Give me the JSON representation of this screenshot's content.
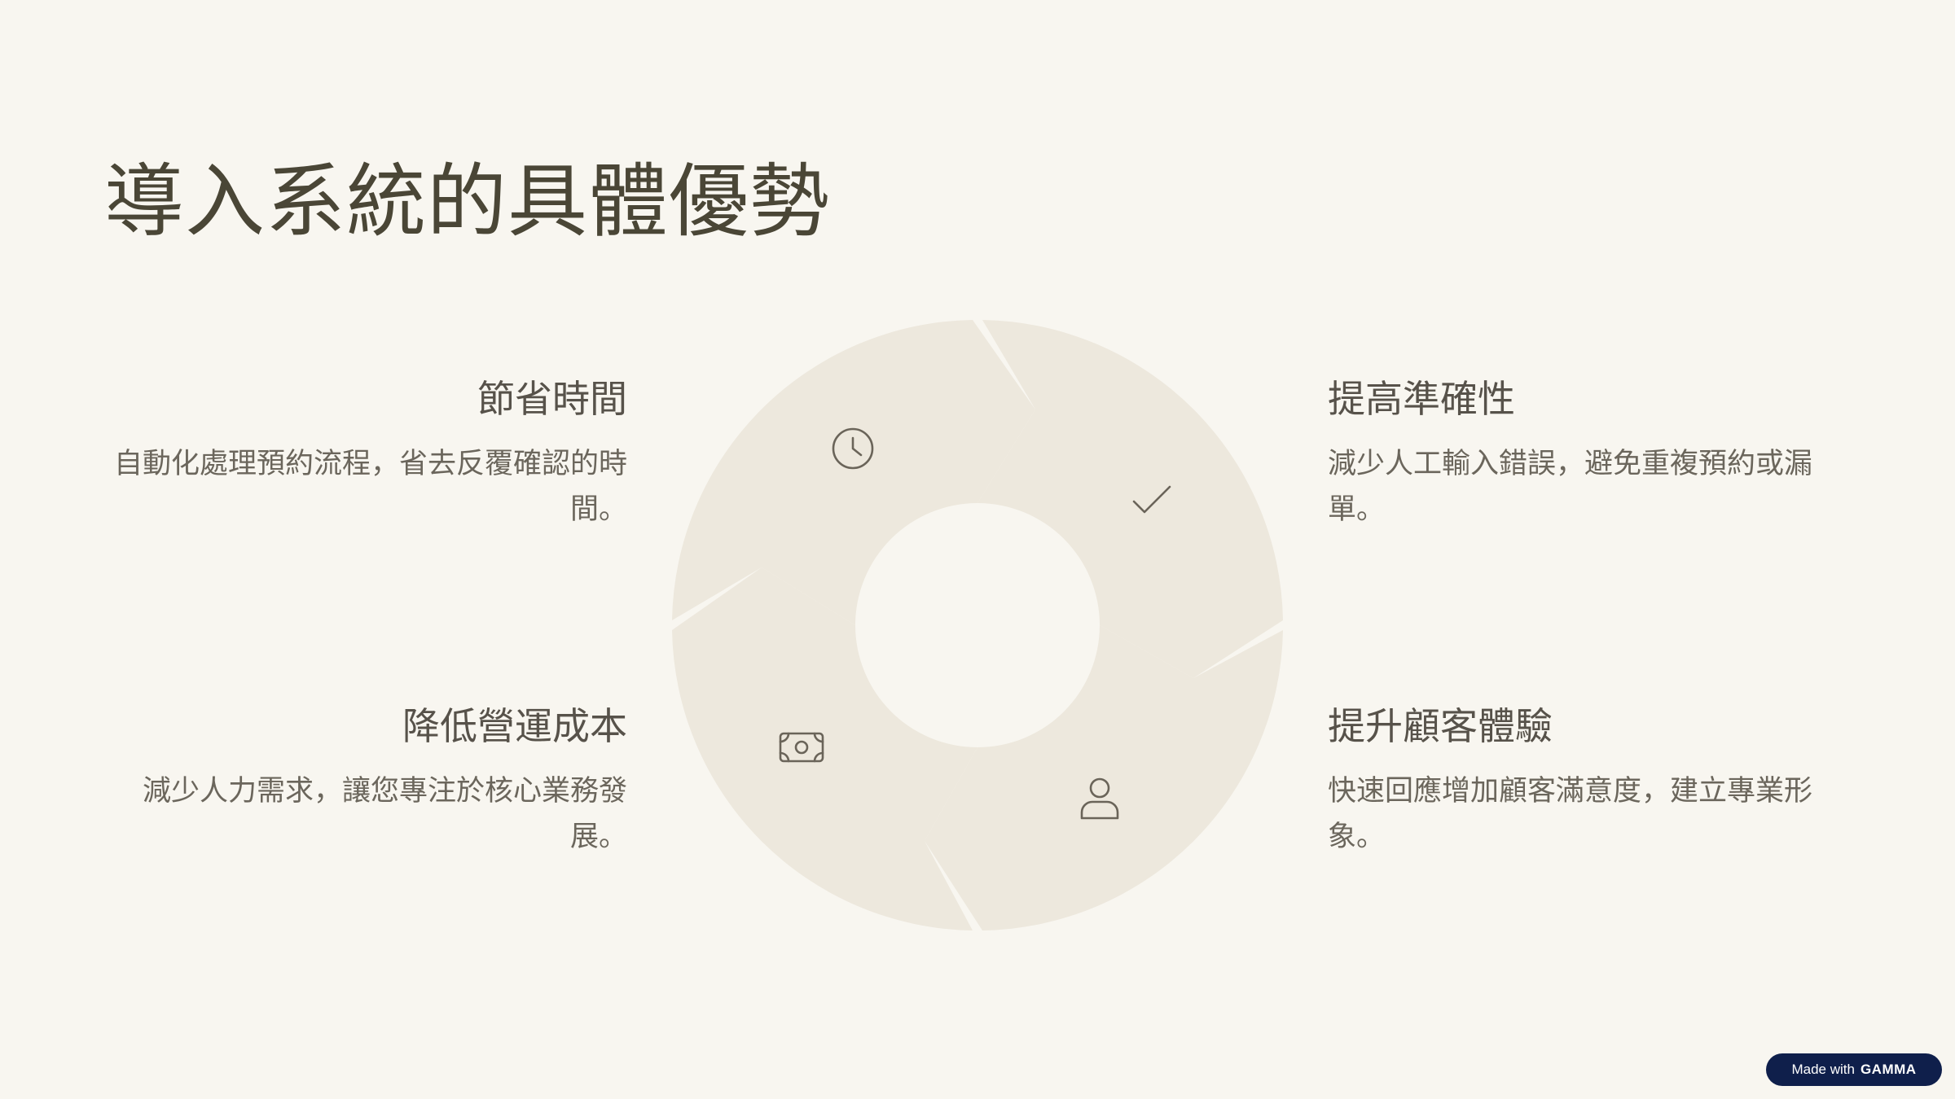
{
  "title": "導入系統的具體優勢",
  "benefits": [
    {
      "title": "節省時間",
      "description": "自動化處理預約流程，省去反覆確認的時間。",
      "icon": "clock-icon"
    },
    {
      "title": "提高準確性",
      "description": "減少人工輸入錯誤，避免重複預約或漏單。",
      "icon": "checkmark-icon"
    },
    {
      "title": "降低營運成本",
      "description": "減少人力需求，讓您專注於核心業務發展。",
      "icon": "money-icon"
    },
    {
      "title": "提升顧客體驗",
      "description": "快速回應增加顧客滿意度，建立專業形象。",
      "icon": "person-icon"
    }
  ],
  "colors": {
    "background": "#f8f6f0",
    "segment": "#ede8dd",
    "title": "#4a4636",
    "text": "#6b665c",
    "badge": "#0f1f4b"
  },
  "badge": {
    "prefix": "Made with",
    "brand": "GAMMA"
  }
}
